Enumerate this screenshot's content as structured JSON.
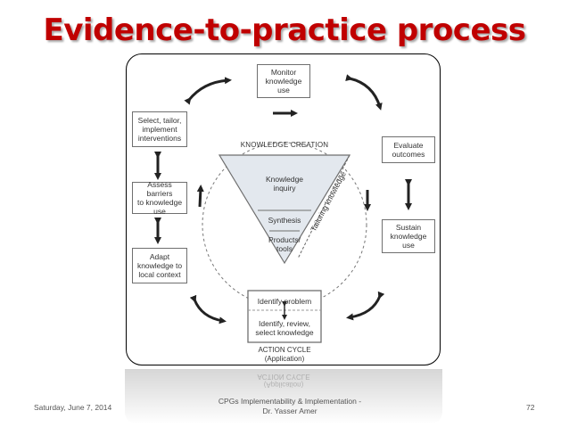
{
  "title": "Evidence-to-practice process",
  "diagram": {
    "action_boxes": {
      "monitor": "Monitor\nknowledge\nuse",
      "evaluate": "Evaluate\noutcomes",
      "sustain": "Sustain\nknowledge\nuse",
      "select": "Select, tailor,\nimplement\ninterventions",
      "assess": "Assess barriers\nto knowledge\nuse",
      "adapt": "Adapt\nknowledge to\nlocal context",
      "identify_problem": "Identify problem",
      "identify_review": "Identify, review,\nselect knowledge"
    },
    "knowledge_creation_label": "KNOWLEDGE CREATION",
    "funnel": {
      "inquiry": "Knowledge\ninquiry",
      "synthesis": "Synthesis",
      "products": "Products/\ntools",
      "tailoring": "Tailoring knowledge"
    },
    "action_cycle_label": "ACTION CYCLE\n(Application)",
    "reflection_label": "(Application)\nACTION CYCLE"
  },
  "footer": {
    "date": "Saturday, June 7, 2014",
    "center_line1": "CPGs Implementability & Implementation -",
    "center_line2": "Dr. Yasser Amer",
    "page": "72"
  }
}
